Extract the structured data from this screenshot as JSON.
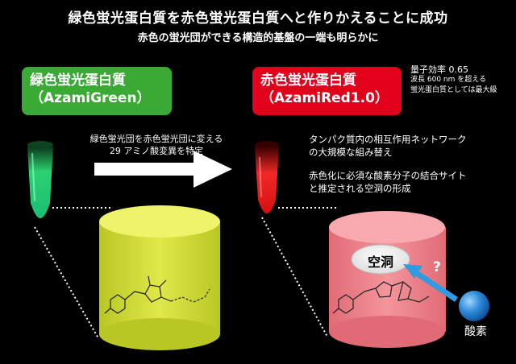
{
  "header": {
    "title": "緑色蛍光蛋白質を赤色蛍光蛋白質へと作りかえることに成功",
    "subtitle": "赤色の蛍光団ができる構造的基盤の一端も明らかに"
  },
  "green_protein": {
    "name": "緑色蛍光蛋白質",
    "code": "（AzamiGreen）",
    "color": "#3aaa35",
    "glow_color": "#3dff9a"
  },
  "red_protein": {
    "name": "赤色蛍光蛋白質",
    "code": "（AzamiRed1.0）",
    "color": "#e3001b",
    "glow_color": "#ff2a2a"
  },
  "quantum_yield": {
    "line1": "量子効率 0.65",
    "line2": "波長 600 nm を超える",
    "line3": "蛍光蛋白質としては最大級"
  },
  "mutation_note": {
    "line1": "緑色蛍光団を赤色蛍光団に変える",
    "line2": "29 アミノ酸変異を特定"
  },
  "network_note": {
    "line1": "タンパク質内の相互作用ネットワーク",
    "line2": "の大規模な組み替え"
  },
  "cavity_note": {
    "line1": "赤色化に必須な酸素分子の結合サイト",
    "line2": "と推定される空洞の形成"
  },
  "cavity_label": "空洞",
  "question_mark": "?",
  "oxygen_label": "酸素",
  "colors": {
    "green_cylinder": "#d7e33a",
    "red_cylinder": "#f0858e",
    "oxygen": "#2f8cd8",
    "arrow": "#2f9be0"
  }
}
